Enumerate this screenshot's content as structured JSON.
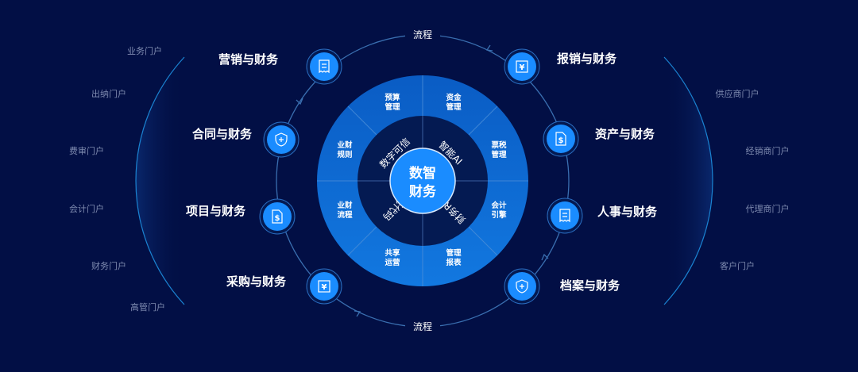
{
  "left_portals": [
    "业务门户",
    "出纳门户",
    "费审门户",
    "会计门户",
    "财务门户",
    "高管门户"
  ],
  "right_portals": [
    "供应商门户",
    "经销商门户",
    "代理商门户",
    "客户门户"
  ],
  "flow_label_top": "流程",
  "flow_label_bottom": "流程",
  "left_nodes": [
    {
      "label": "营销与财务",
      "icon": "receipt-icon"
    },
    {
      "label": "合同与财务",
      "icon": "shield-plus-icon"
    },
    {
      "label": "项目与财务",
      "icon": "dollar-document-icon"
    },
    {
      "label": "采购与财务",
      "icon": "yen-box-icon"
    }
  ],
  "right_nodes": [
    {
      "label": "报销与财务",
      "icon": "yen-box-icon"
    },
    {
      "label": "资产与财务",
      "icon": "dollar-document-icon"
    },
    {
      "label": "人事与财务",
      "icon": "receipt-icon"
    },
    {
      "label": "档案与财务",
      "icon": "shield-plus-icon"
    }
  ],
  "outer_segments": [
    [
      "预算",
      "管理"
    ],
    [
      "资金",
      "管理"
    ],
    [
      "票税",
      "管理"
    ],
    [
      "会计",
      "引擎"
    ],
    [
      "管理",
      "报表"
    ],
    [
      "共享",
      "运营"
    ],
    [
      "业财",
      "流程"
    ],
    [
      "业财",
      "规则"
    ]
  ],
  "inner_ring": [
    "数字可信",
    "智能AI",
    "财务RPA",
    "低代码"
  ],
  "core": [
    "数智",
    "财务"
  ],
  "colors": {
    "background": "#020f45",
    "outer_ring": "#0a66d0",
    "inner_ring": "#041a52",
    "core": "#1a8cff",
    "node": "#1a8cff",
    "orbit": "#3a6fb0"
  }
}
